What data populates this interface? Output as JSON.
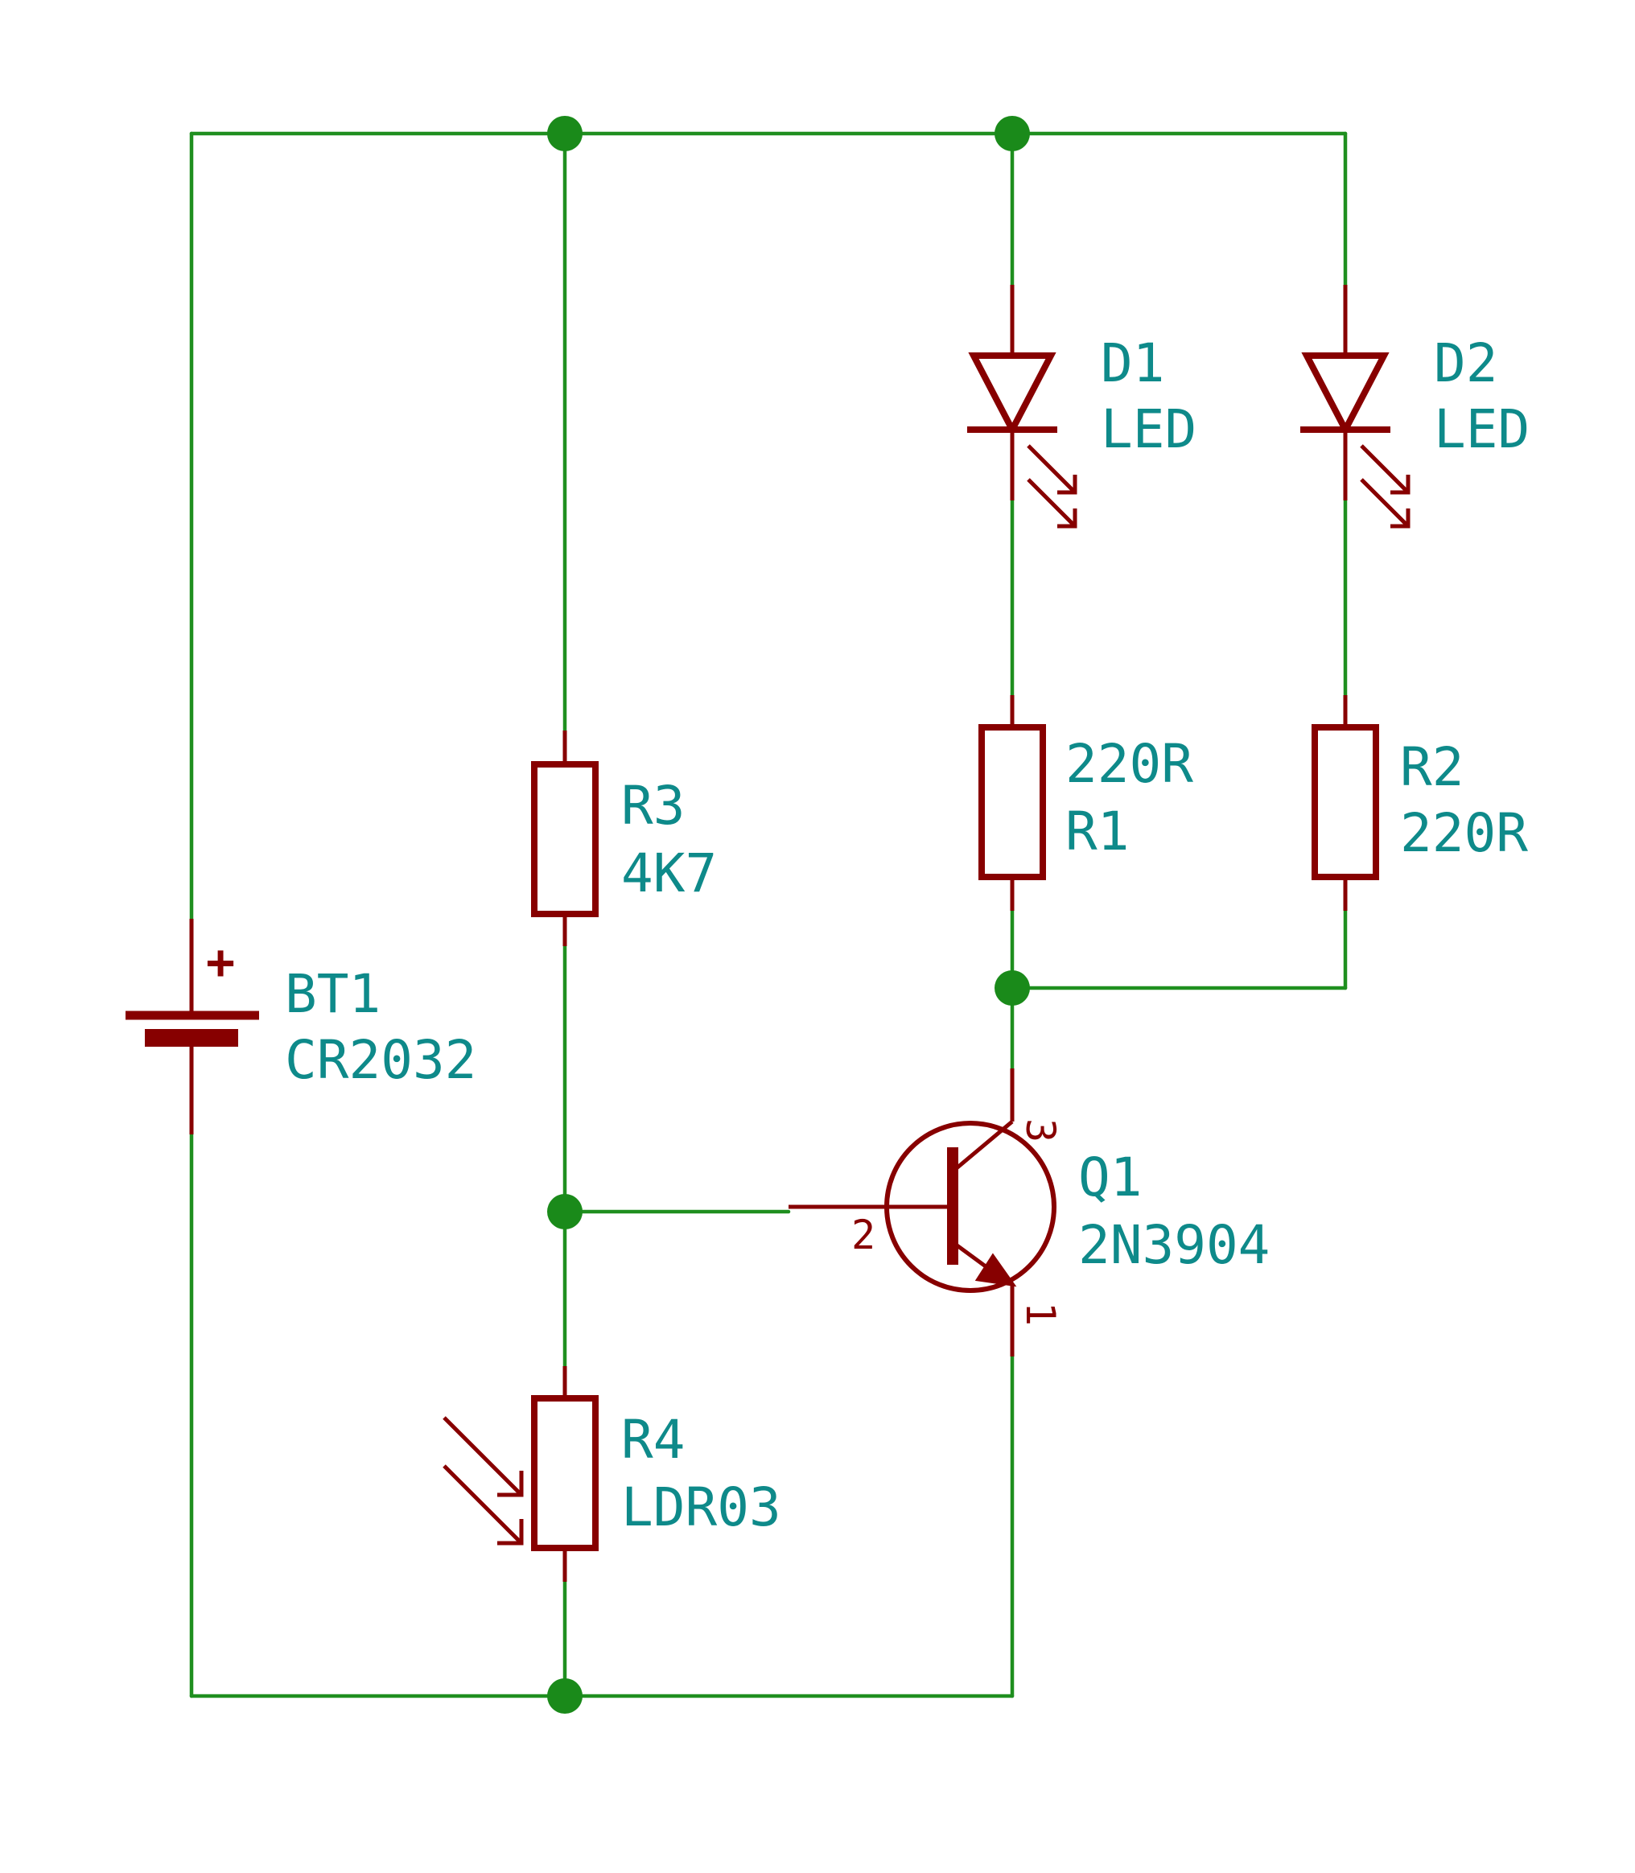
{
  "components": {
    "battery": {
      "ref": "BT1",
      "value": "CR2032",
      "polarity": "+"
    },
    "r3": {
      "ref": "R3",
      "value": "4K7"
    },
    "r4": {
      "ref": "R4",
      "value": "LDR03"
    },
    "r1": {
      "ref": "R1",
      "value": "220R"
    },
    "r2": {
      "ref": "R2",
      "value": "220R"
    },
    "d1": {
      "ref": "D1",
      "value": "LED"
    },
    "d2": {
      "ref": "D2",
      "value": "LED"
    },
    "q1": {
      "ref": "Q1",
      "value": "2N3904",
      "pins": {
        "base": "2",
        "collector": "3",
        "emitter": "1"
      }
    }
  },
  "colors": {
    "wire": "#1f8f1f",
    "junction": "#1a8a1a",
    "symbol": "#870000",
    "label": "#0e8a8a"
  }
}
